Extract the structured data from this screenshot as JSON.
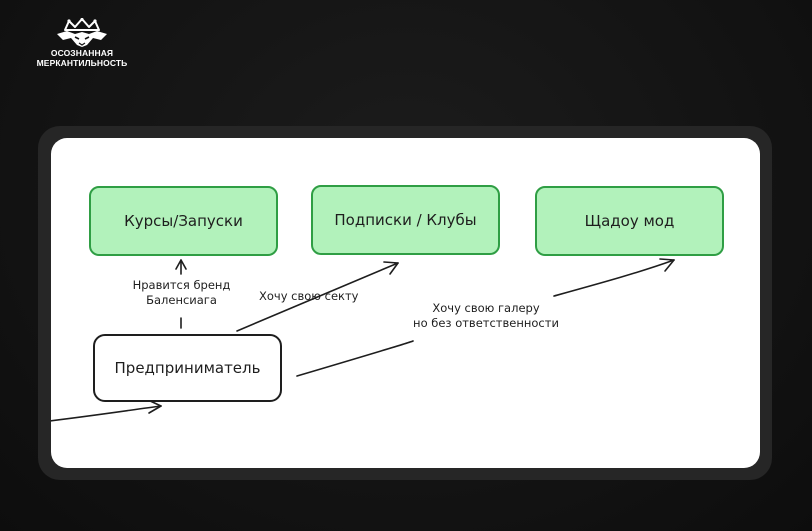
{
  "logo": {
    "icon": "wolf-crown-icon",
    "line1": "ОСОЗНАННАЯ",
    "line2": "МЕРКАНТИЛЬНОСТЬ"
  },
  "diagram": {
    "nodes": {
      "courses": "Курсы/Запуски",
      "subscriptions": "Подписки / Клубы",
      "shadow": "Щадоу мод",
      "entrepreneur": "Предприниматель"
    },
    "edges": {
      "to_courses_line1": "Нравится бренд",
      "to_courses_line2": "Баленсиага",
      "to_subscriptions": "Хочу свою секту",
      "to_shadow_line1": "Хочу свою галеру",
      "to_shadow_line2": "но без ответственности"
    },
    "colors": {
      "node_fill": "#b2f2bb",
      "node_stroke": "#2f9e44",
      "ink": "#1e1e1e"
    }
  }
}
